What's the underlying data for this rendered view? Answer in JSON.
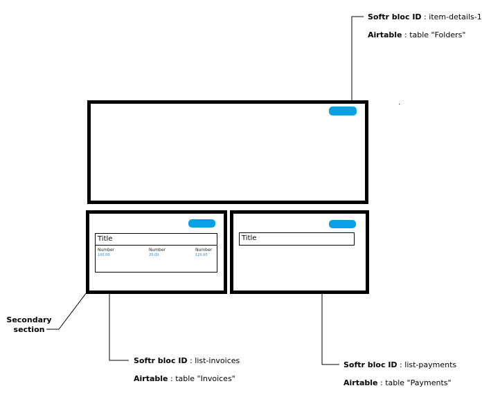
{
  "annotations": {
    "item_details": {
      "key1": "Softr bloc ID",
      "val1": " : item-details-1",
      "key2": "Airtable",
      "val2": " : table \"Folders\""
    },
    "list_invoices": {
      "key1": "Softr bloc ID",
      "val1": " : list-invoices",
      "key2": "Airtable",
      "val2": " : table \"Invoices\""
    },
    "list_payments": {
      "key1": "Softr bloc ID",
      "val1": " : list-payments",
      "key2": "Airtable",
      "val2": " : table \"Payments\""
    }
  },
  "secondary_label": {
    "line1": "Secondary",
    "line2": "section"
  },
  "invoices_card": {
    "title": "Title",
    "columns": [
      {
        "header": "Number",
        "value": "100.00"
      },
      {
        "header": "Number",
        "value": "20.00"
      },
      {
        "header": "Number",
        "value": "120.00"
      }
    ]
  },
  "payments_card": {
    "title": "Title"
  },
  "colors": {
    "button": "#0aa0e6",
    "value_text": "#2a7fc8",
    "border": "#000000"
  }
}
